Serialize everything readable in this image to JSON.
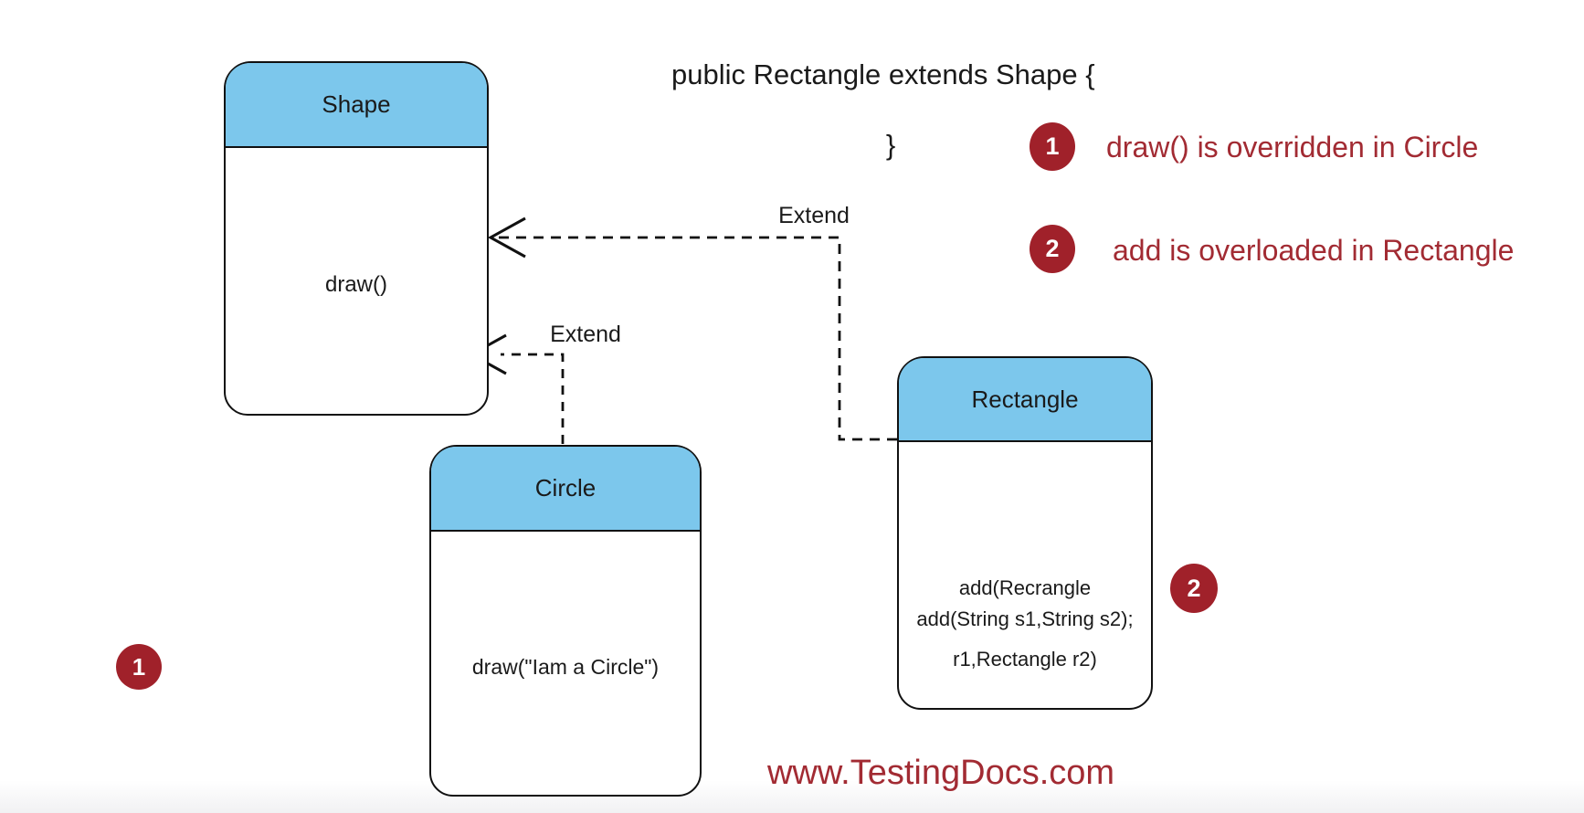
{
  "code_snippet": {
    "line1": "public Rectangle extends Shape {",
    "closing_brace": "}"
  },
  "class_boxes": {
    "shape": {
      "title": "Shape",
      "method": "draw()"
    },
    "circle": {
      "title": "Circle",
      "method": "draw(\"Iam a Circle\")"
    },
    "rectangle": {
      "title": "Rectangle",
      "method1_line1": "add(Recrangle",
      "method1_line2": "r1,Rectangle r2)",
      "method2": "add(String s1,String s2);"
    }
  },
  "connectors": {
    "rectangle_extends_shape": {
      "label": "Extend"
    },
    "circle_extends_shape": {
      "label": "Extend"
    }
  },
  "annotations": {
    "item1": {
      "number": "1",
      "text": "draw() is overridden in Circle"
    },
    "item2": {
      "number": "2",
      "text": "add is overloaded in Rectangle"
    }
  },
  "markers": {
    "marker1": {
      "number": "1"
    },
    "marker2": {
      "number": "2"
    }
  },
  "footer": {
    "website": "www.TestingDocs.com"
  },
  "colors": {
    "class_header_fill": "#7cc7ec",
    "outline": "#111111",
    "annotation_text": "#a22b33",
    "badge_fill": "#a0212a",
    "badge_number": "#ffffff",
    "background": "#ffffff"
  }
}
